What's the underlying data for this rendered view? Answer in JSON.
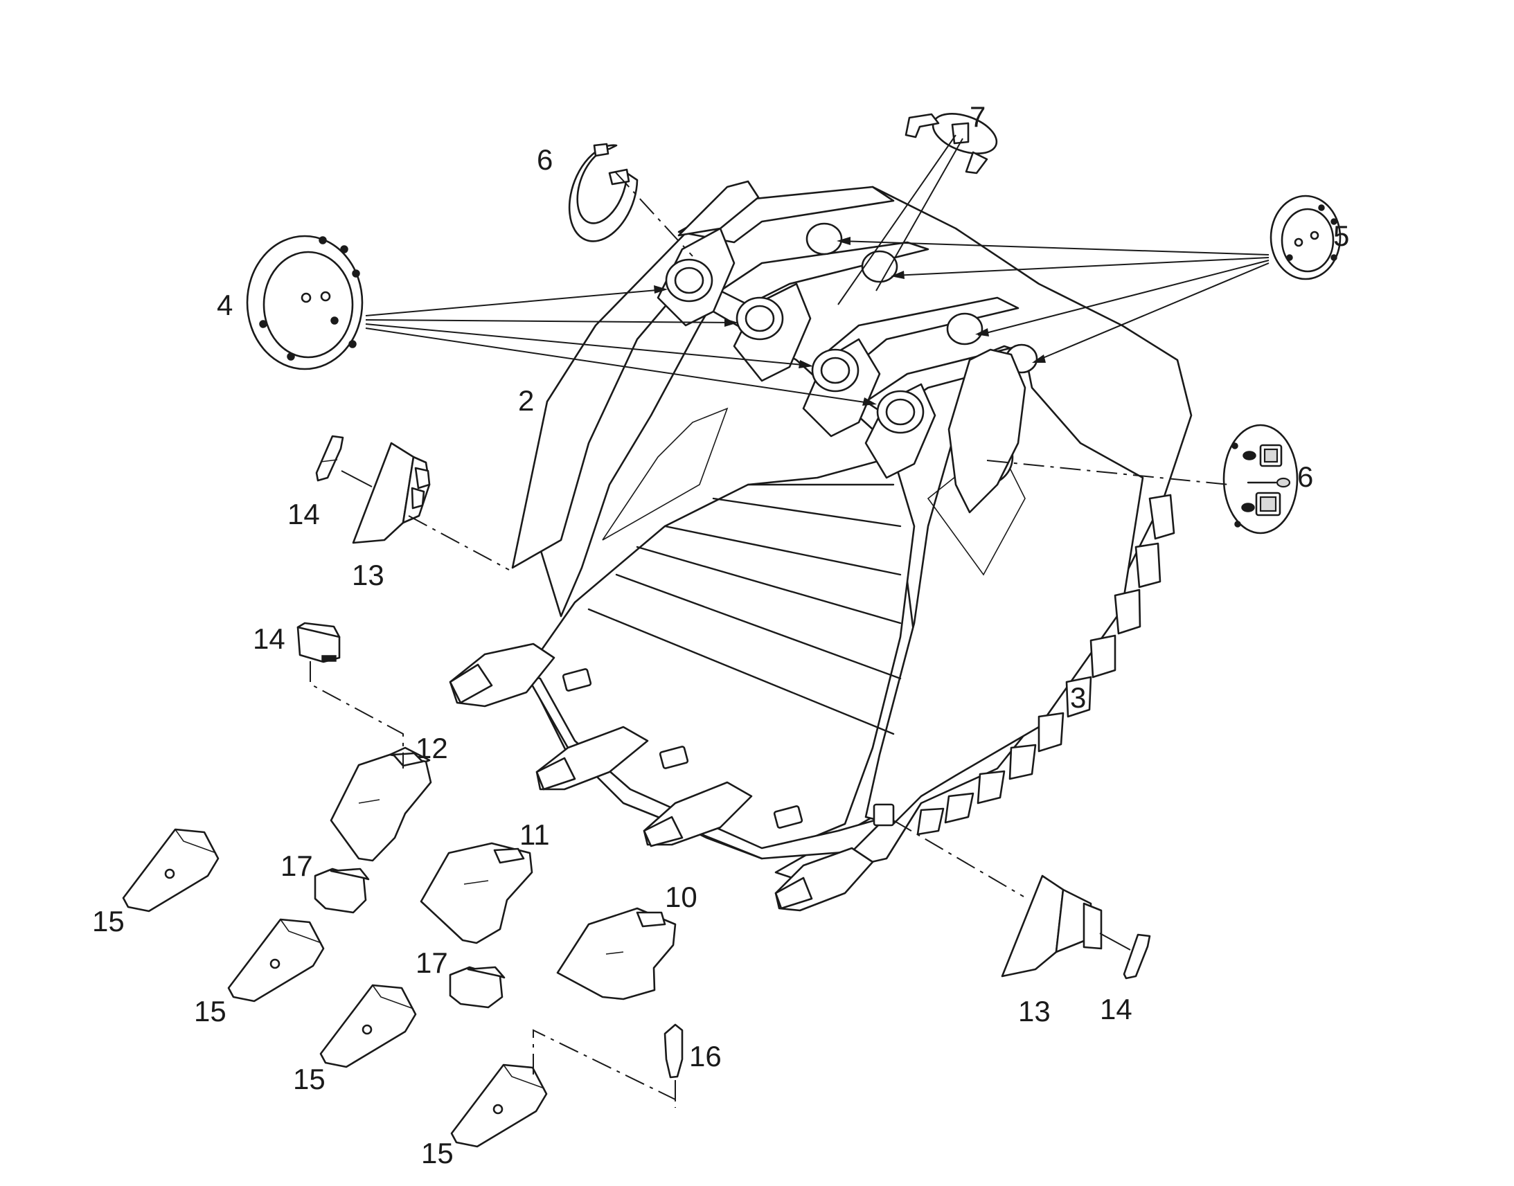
{
  "diagram": {
    "callouts": {
      "c2": "2",
      "c3": "3",
      "c4": "4",
      "c5": "5",
      "c6a": "6",
      "c6b": "6",
      "c7": "7",
      "c10": "10",
      "c11": "11",
      "c12": "12",
      "c13a": "13",
      "c13b": "13",
      "c14a": "14",
      "c14b": "14",
      "c14c": "14",
      "c15a": "15",
      "c15b": "15",
      "c15c": "15",
      "c15d": "15",
      "c16": "16",
      "c17a": "17",
      "c17b": "17"
    }
  }
}
